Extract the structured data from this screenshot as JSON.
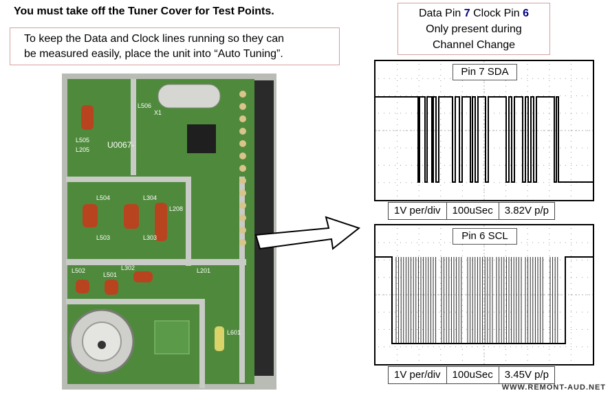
{
  "heading": "You must take off the Tuner Cover for Test Points.",
  "instruction": {
    "line1": "To keep the Data and Clock lines running so they can",
    "line2": "be measured easily, place the unit into “Auto Tuning”."
  },
  "note": {
    "data_label": "Data Pin",
    "data_pin": "7",
    "clock_label": "Clock Pin",
    "clock_pin": "6",
    "line2": "Only present during",
    "line3": "Channel Change"
  },
  "board_labels": {
    "l505": "L505",
    "l506": "L506",
    "l205": "L205",
    "x1": "X1",
    "code": "U0067-",
    "l504": "L504",
    "l503": "L503",
    "l304": "L304",
    "l303": "L303",
    "l208": "L208",
    "l502": "L502",
    "l501": "L501",
    "l302": "L302",
    "l201": "L201",
    "l601": "L601"
  },
  "scopes": [
    {
      "title": "Pin 7 SDA",
      "volts": "1V per/div",
      "time": "100uSec",
      "pp": "3.82V p/p"
    },
    {
      "title": "Pin 6 SCL",
      "volts": "1V per/div",
      "time": "100uSec",
      "pp": "3.45V p/p"
    }
  ],
  "watermark": "WWW.REMONT-AUD.NET",
  "colors": {
    "board_green": "#4f8a3c",
    "metal": "#c9cbc6",
    "trace": "#000000",
    "border": "#d4a0a0"
  }
}
